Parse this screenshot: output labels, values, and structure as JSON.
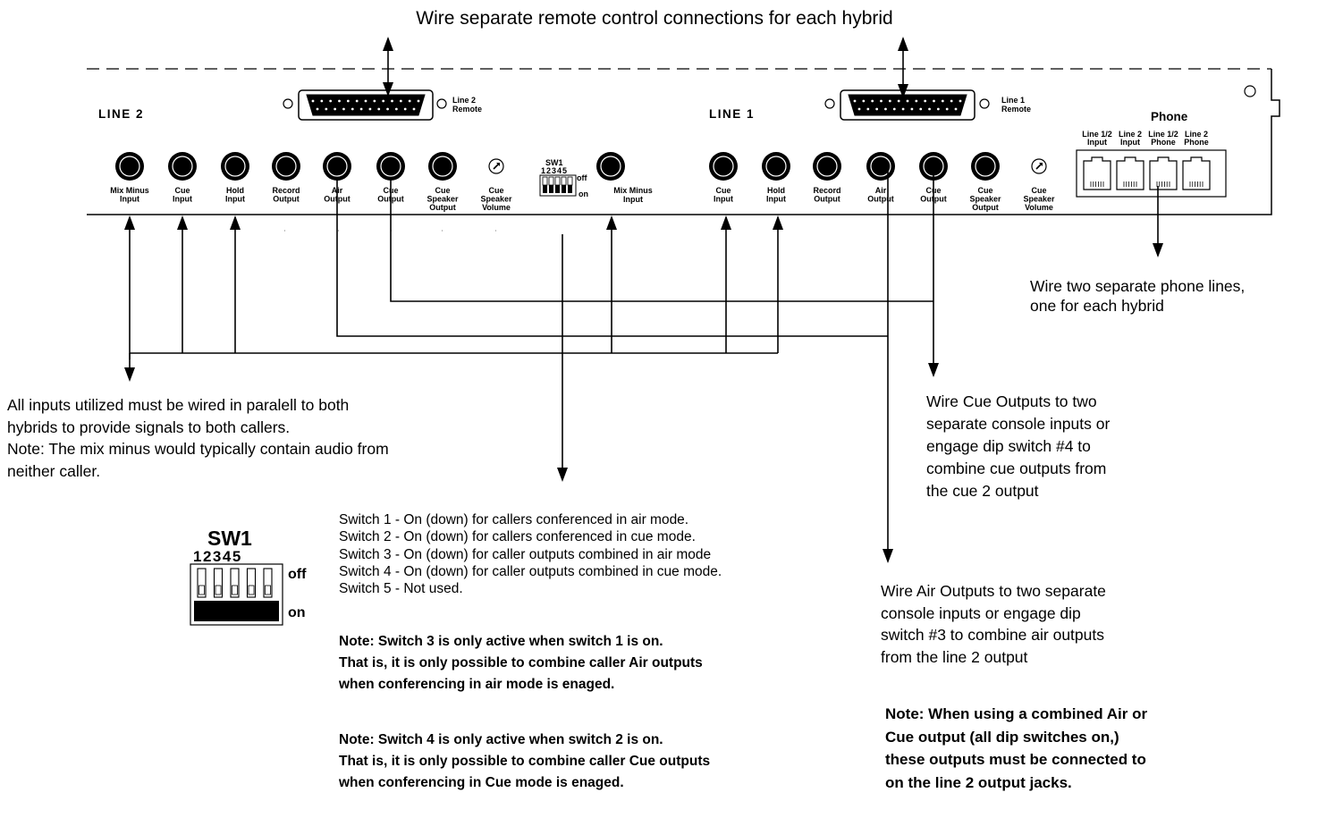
{
  "top_caption": "Wire separate remote control connections for each hybrid",
  "panel": {
    "line2": {
      "title": "LINE 2",
      "remote_label": [
        "Line 2",
        "Remote"
      ],
      "jacks": [
        [
          "Mix Minus",
          "Input"
        ],
        [
          "Cue",
          "Input"
        ],
        [
          "Hold",
          "Input"
        ],
        [
          "Record",
          "Output"
        ],
        [
          "Air",
          "Output"
        ],
        [
          "Cue",
          "Output"
        ],
        [
          "Cue",
          "Speaker",
          "Output"
        ],
        [
          "Cue",
          "Speaker",
          "Volume"
        ]
      ]
    },
    "sw1": {
      "title": "SW1",
      "numbers": "12345",
      "off": "off",
      "on": "on"
    },
    "mix_minus_center": [
      "Mix Minus",
      "Input"
    ],
    "line1": {
      "title": "LINE 1",
      "remote_label": [
        "Line 1",
        "Remote"
      ],
      "jacks": [
        [
          "Cue",
          "Input"
        ],
        [
          "Hold",
          "Input"
        ],
        [
          "Record",
          "Output"
        ],
        [
          "Air",
          "Output"
        ],
        [
          "Cue",
          "Output"
        ],
        [
          "Cue",
          "Speaker",
          "Output"
        ],
        [
          "Cue",
          "Speaker",
          "Volume"
        ]
      ]
    },
    "phone": {
      "title": "Phone",
      "jacks": [
        [
          "Line 1/2",
          "Input"
        ],
        [
          "Line 2",
          "Input"
        ],
        [
          "Line 1/2",
          "Phone"
        ],
        [
          "Line 2",
          "Phone"
        ]
      ]
    }
  },
  "annotations": {
    "phone_lines": [
      "Wire two separate phone lines,",
      "one for each hybrid"
    ],
    "inputs_parallel": [
      "All inputs utilized must be wired in paralell to both",
      "hybrids to provide signals to both callers.",
      "Note: The mix minus would typically contain audio from",
      "neither caller."
    ],
    "cue_outputs": [
      "Wire Cue Outputs to two",
      "separate console inputs or",
      "engage dip switch #4 to",
      "combine cue outputs from",
      "the cue 2 output"
    ],
    "air_outputs": [
      "Wire Air Outputs to two separate",
      "console inputs or engage dip",
      "switch #3 to combine air outputs",
      "from the line 2 output"
    ],
    "combined_note": [
      "Note: When using a combined Air or",
      "Cue output (all dip switches on,)",
      "these outputs must be connected to",
      "on the line 2 output jacks."
    ]
  },
  "switch_legend": {
    "title": "SW1",
    "numbers": "12345",
    "off": "off",
    "on": "on",
    "lines": [
      "Switch 1 - On (down) for callers conferenced in air mode.",
      "Switch 2 - On (down) for callers conferenced in cue mode.",
      "Switch 3 - On (down) for caller outputs combined in air mode",
      "Switch 4 - On (down) for caller outputs combined in cue mode.",
      "Switch 5 - Not used."
    ],
    "note1": [
      "Note: Switch 3 is only active when switch 1 is on.",
      "That is, it is only possible to combine caller Air outputs",
      "when conferencing in air mode is enaged."
    ],
    "note2": [
      "Note: Switch 4 is only active when switch 2 is on.",
      "That is, it is only possible to combine caller Cue outputs",
      "when conferencing in Cue mode is enaged."
    ]
  }
}
